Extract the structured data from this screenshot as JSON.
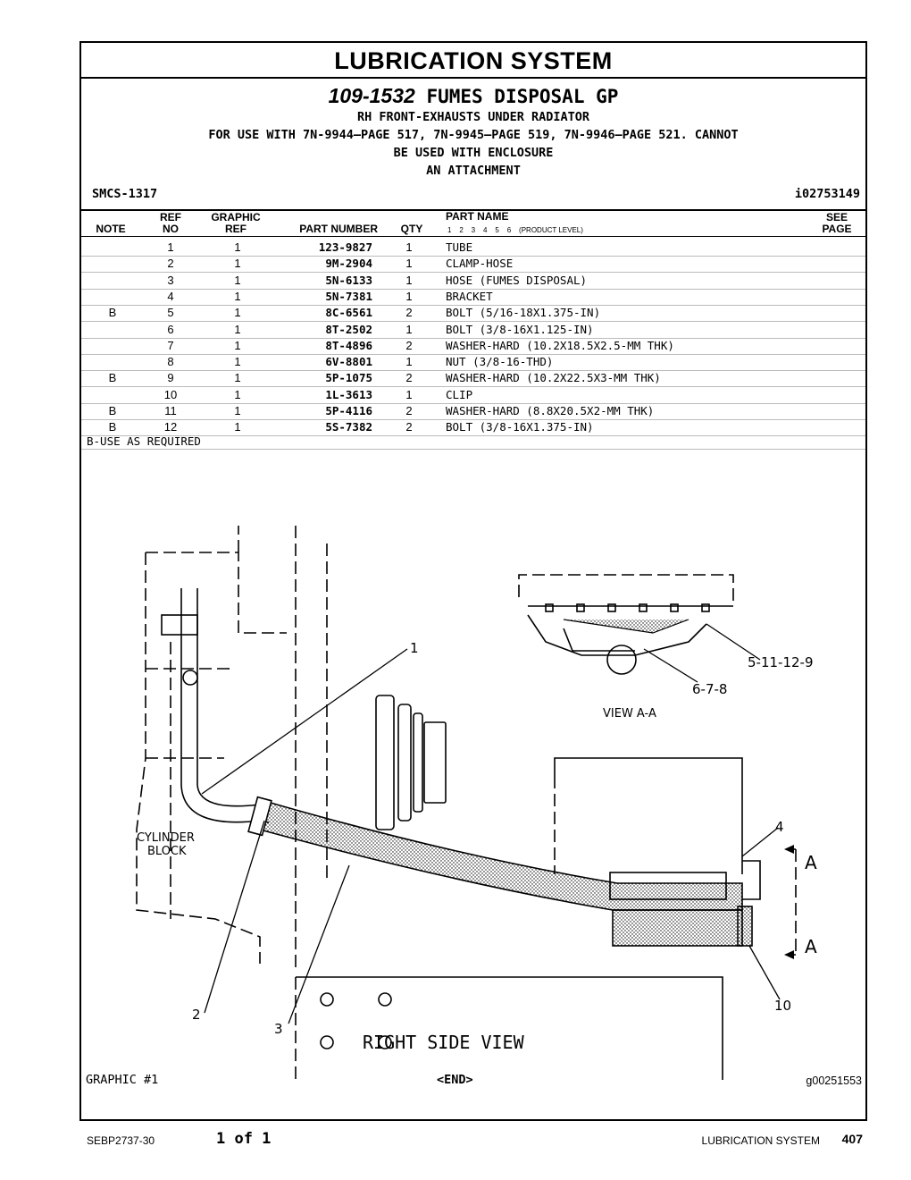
{
  "section_title": "LUBRICATION SYSTEM",
  "group": {
    "part_number": "109-1532",
    "name": "FUMES DISPOSAL GP",
    "lines": [
      "RH FRONT-EXHAUSTS UNDER RADIATOR",
      "FOR USE WITH 7N-9944—PAGE 517, 7N-9945—PAGE 519, 7N-9946—PAGE 521. CANNOT",
      "BE USED WITH ENCLOSURE",
      "AN ATTACHMENT"
    ]
  },
  "smcs": "SMCS-1317",
  "illustration_id": "i02753149",
  "headers": {
    "note": "NOTE",
    "ref_top": "REF",
    "ref_bottom": "NO",
    "graphic_top": "GRAPHIC",
    "graphic_bottom": "REF",
    "part_number": "PART NUMBER",
    "qty": "QTY",
    "part_name": "PART NAME",
    "levels": "1    2    3    4    5    6    (PRODUCT LEVEL)",
    "see_top": "SEE",
    "see_bottom": "PAGE"
  },
  "rows": [
    {
      "note": "",
      "ref": "1",
      "gref": "1",
      "pn": "123-9827",
      "qty": "1",
      "name": "TUBE"
    },
    {
      "note": "",
      "ref": "2",
      "gref": "1",
      "pn": "9M-2904",
      "qty": "1",
      "name": "CLAMP-HOSE"
    },
    {
      "note": "",
      "ref": "3",
      "gref": "1",
      "pn": "5N-6133",
      "qty": "1",
      "name": "HOSE (FUMES DISPOSAL)"
    },
    {
      "note": "",
      "ref": "4",
      "gref": "1",
      "pn": "5N-7381",
      "qty": "1",
      "name": "BRACKET"
    },
    {
      "note": "B",
      "ref": "5",
      "gref": "1",
      "pn": "8C-6561",
      "qty": "2",
      "name": "BOLT (5/16-18X1.375-IN)"
    },
    {
      "note": "",
      "ref": "6",
      "gref": "1",
      "pn": "8T-2502",
      "qty": "1",
      "name": "BOLT (3/8-16X1.125-IN)"
    },
    {
      "note": "",
      "ref": "7",
      "gref": "1",
      "pn": "8T-4896",
      "qty": "2",
      "name": "WASHER-HARD (10.2X18.5X2.5-MM THK)"
    },
    {
      "note": "",
      "ref": "8",
      "gref": "1",
      "pn": "6V-8801",
      "qty": "1",
      "name": "NUT (3/8-16-THD)"
    },
    {
      "note": "B",
      "ref": "9",
      "gref": "1",
      "pn": "5P-1075",
      "qty": "2",
      "name": "WASHER-HARD (10.2X22.5X3-MM THK)"
    },
    {
      "note": "",
      "ref": "10",
      "gref": "1",
      "pn": "1L-3613",
      "qty": "1",
      "name": "CLIP"
    },
    {
      "note": "B",
      "ref": "11",
      "gref": "1",
      "pn": "5P-4116",
      "qty": "2",
      "name": "WASHER-HARD (8.8X20.5X2-MM THK)"
    },
    {
      "note": "B",
      "ref": "12",
      "gref": "1",
      "pn": "5S-7382",
      "qty": "2",
      "name": "BOLT (3/8-16X1.375-IN)"
    }
  ],
  "footnote": "B-USE AS REQUIRED",
  "graphic": {
    "callouts": [
      "1",
      "2",
      "3",
      "4",
      "5-11-12-9",
      "6-7-8",
      "10"
    ],
    "view_label": "VIEW A-A",
    "side_view_label": "RIGHT SIDE VIEW",
    "cylinder_label_1": "CYLINDER",
    "cylinder_label_2": "BLOCK",
    "section_mark": "A",
    "label": "GRAPHIC #1",
    "end": "<END>",
    "id": "g00251553"
  },
  "footer": {
    "doc": "SEBP2737-30",
    "pages": "1 of 1",
    "section": "LUBRICATION SYSTEM",
    "page": "407"
  }
}
